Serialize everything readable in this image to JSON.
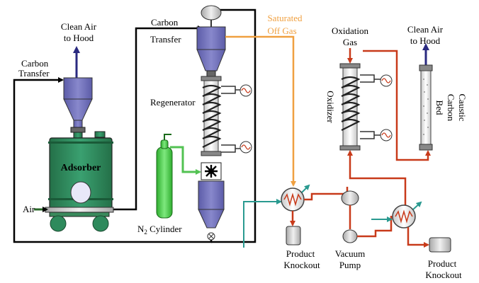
{
  "labels": {
    "clean_air_left_1": "Clean Air",
    "clean_air_left_2": "to Hood",
    "carbon_transfer_left_1": "Carbon",
    "carbon_transfer_left_2": "Transfer",
    "carbon_transfer_top_1": "Carbon",
    "carbon_transfer_top_2": "Transfer",
    "saturated_1": "Saturated",
    "saturated_2": "Off Gas",
    "oxidation_1": "Oxidation",
    "oxidation_2": "Gas",
    "clean_air_right_1": "Clean Air",
    "clean_air_right_2": "to Hood",
    "regenerator": "Regenerator",
    "adsorber": "Adsorber",
    "air": "Air",
    "n2_cyl_a": "N",
    "n2_cyl_sub": "2",
    "n2_cyl_b": " Cylinder",
    "oxidizer": "Oxidizer",
    "caustic_1": "Caustic",
    "caustic_2": "Carbon",
    "caustic_3": "Bed",
    "product_knockout_1a": "Product",
    "product_knockout_1b": "Knockout",
    "vacuum_pump_a": "Vacuum",
    "vacuum_pump_b": "Pump",
    "product_knockout_2a": "Product",
    "product_knockout_2b": "Knockout"
  },
  "colors": {
    "equipment_fill": "#7070b8",
    "adsorber_fill": "#2e8a5c",
    "cylinder_fill": "#5ad05a",
    "pipe_black": "#000000",
    "pipe_red": "#c83a1a",
    "pipe_orange": "#f0a040",
    "pipe_teal": "#2a9a90",
    "pipe_green": "#52c252",
    "arrow_blue": "#2a2a80",
    "saturated_text": "#f0a040"
  }
}
